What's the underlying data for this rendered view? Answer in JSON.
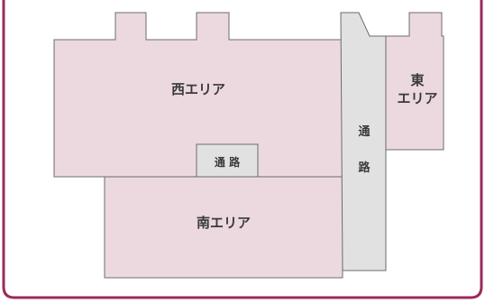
{
  "map": {
    "colors": {
      "frame": "#9b2a5a",
      "area_fill": "#ecd9df",
      "corridor_fill": "#e1e1e1",
      "outline": "#6c6c6c",
      "text": "#3a3a3a"
    },
    "labels": {
      "west": "西エリア",
      "east_line1": "東",
      "east_line2": "エリア",
      "south": "南エリア",
      "corridor_small": "通 路",
      "corridor_tall_line1": "通",
      "corridor_tall_line2": "路"
    }
  }
}
